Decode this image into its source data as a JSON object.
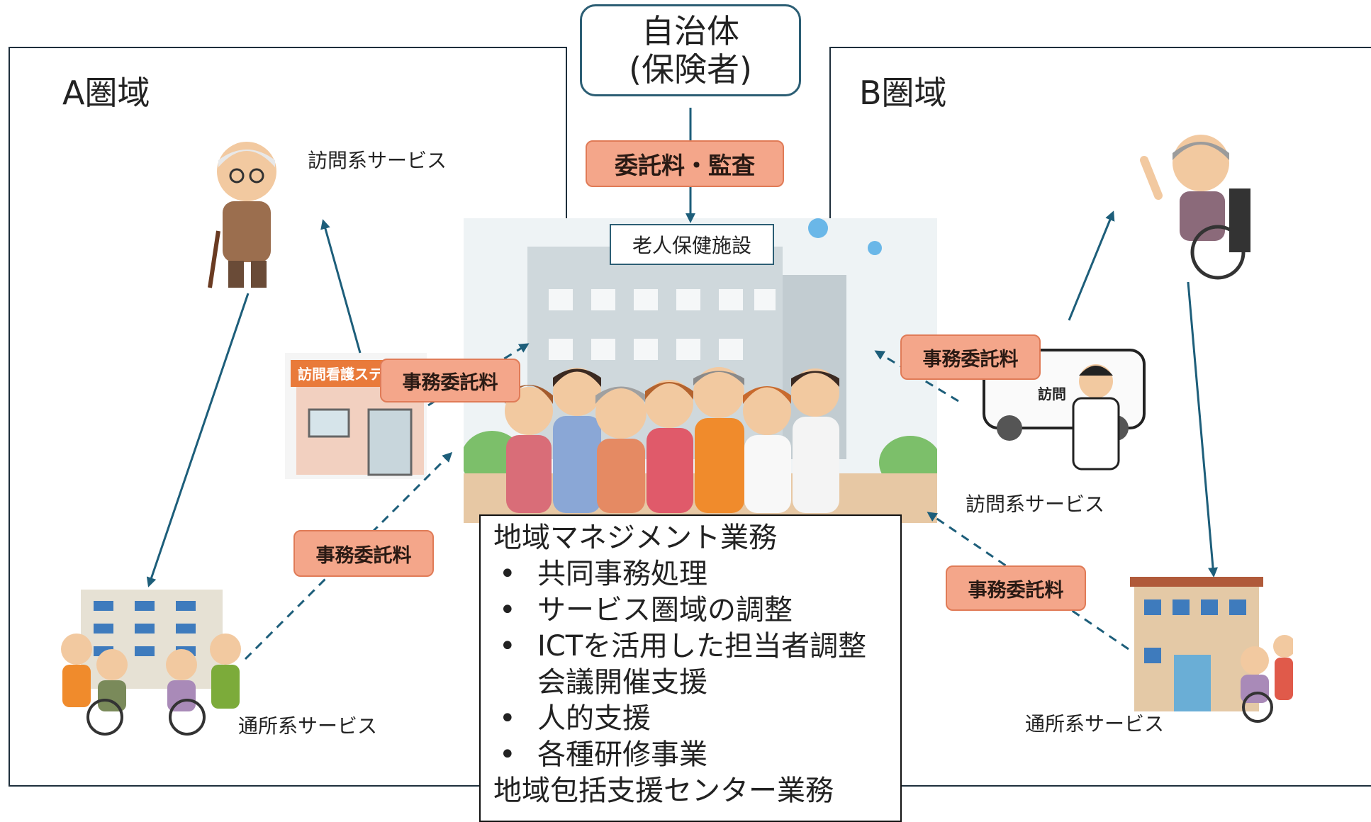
{
  "municipality": {
    "line1": "自治体",
    "line2": "(保険者)"
  },
  "consignment_label": "委託料・監査",
  "facility_label": "老人保健施設",
  "region_a": {
    "label": "A圏域",
    "visit_service": "訪問系サービス",
    "day_service": "通所系サービス",
    "station_sign": "訪問看護ステー"
  },
  "region_b": {
    "label": "B圏域",
    "visit_service": "訪問系サービス",
    "day_service": "通所系サービス",
    "van_text": "訪問"
  },
  "fee_labels": [
    "事務委託料",
    "事務委託料",
    "事務委託料",
    "事務委託料"
  ],
  "tasks": {
    "heading": "地域マネジメント業務",
    "items": [
      "共同事務処理",
      "サービス圏域の調整",
      "ICTを活用した担当者調整",
      "人的支援",
      "各種研修事業"
    ],
    "item3_cont": "会議開催支援",
    "footer": "地域包括支援センター業務"
  },
  "colors": {
    "arrow": "#1d5e7a",
    "fee_fill": "#f4a68a",
    "fee_border": "#e07b57",
    "frame": "#1e2f3c"
  }
}
